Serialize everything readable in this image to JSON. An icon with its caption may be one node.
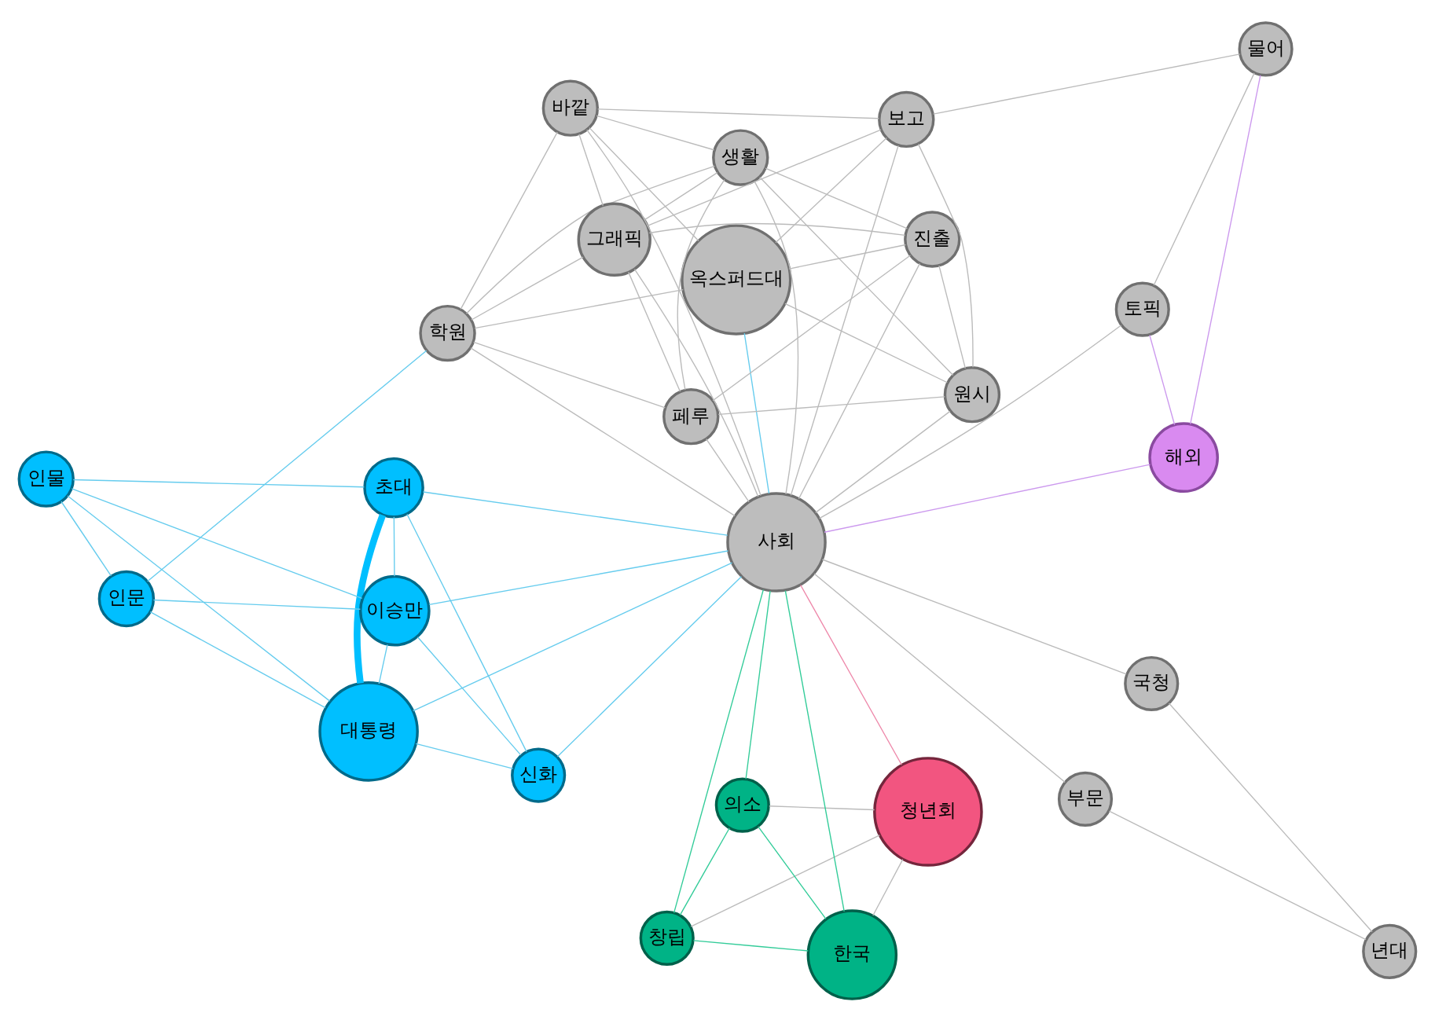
{
  "diagram": {
    "nodes": [
      {
        "text": [
          "대통령"
        ]
      },
      {
        "text": [
          "신화"
        ]
      },
      {
        "text": [
          "부문"
        ]
      },
      {
        "text": [
          "초대"
        ]
      },
      {
        "text": [
          "년대"
        ]
      },
      {
        "text": [
          "이승만"
        ]
      },
      {
        "text": [
          "인물"
        ]
      },
      {
        "text": [
          "청년회"
        ]
      },
      {
        "text": [
          "인문"
        ]
      },
      {
        "text": [
          "국청"
        ]
      },
      {
        "text": [
          "학원"
        ]
      },
      {
        "text": [
          "창립"
        ]
      },
      {
        "text": [
          "옥스퍼드대"
        ]
      },
      {
        "text": [
          "사회"
        ]
      },
      {
        "text": [
          "진출"
        ]
      },
      {
        "text": [
          "페루"
        ]
      },
      {
        "text": [
          "원시"
        ]
      },
      {
        "text": [
          "생활"
        ]
      },
      {
        "text": [
          "의소"
        ]
      },
      {
        "text": [
          "보고"
        ]
      },
      {
        "text": [
          "바깥"
        ]
      },
      {
        "text": [
          "한국"
        ]
      },
      {
        "text": [
          "그래픽"
        ]
      },
      {
        "text": [
          "토픽"
        ]
      },
      {
        "text": [
          "물어"
        ]
      },
      {
        "text": [
          "해외"
        ]
      }
    ],
    "edges": [
      {
        "from": 0,
        "to": 1,
        "arrow": "none",
        "color": "#66ccee"
      },
      {
        "from": 0,
        "to": 3,
        "arrow": "none",
        "style": "thick",
        "color": "#00bfff"
      },
      {
        "from": 0,
        "to": 6,
        "arrow": "none",
        "color": "#66ccee"
      },
      {
        "from": 0,
        "to": 8,
        "arrow": "none",
        "color": "#66ccee"
      },
      {
        "from": 0,
        "to": 5,
        "arrow": "none",
        "color": "#66ccee"
      },
      {
        "from": 0,
        "to": 13,
        "arrow": "none",
        "color": "#66ccee"
      },
      {
        "from": 1,
        "to": 3,
        "arrow": "none",
        "color": "#66ccee"
      },
      {
        "from": 1,
        "to": 5,
        "arrow": "none",
        "color": "#66ccee"
      },
      {
        "from": 1,
        "to": 13,
        "arrow": "none",
        "color": "#66ccee"
      },
      {
        "from": 3,
        "to": 5,
        "arrow": "none",
        "color": "#66ccee"
      },
      {
        "from": 3,
        "to": 6,
        "arrow": "none",
        "color": "#66ccee"
      },
      {
        "from": 3,
        "to": 13,
        "arrow": "none",
        "color": "#66ccee"
      },
      {
        "from": 5,
        "to": 6,
        "arrow": "none",
        "color": "#66ccee"
      },
      {
        "from": 5,
        "to": 8,
        "arrow": "none",
        "color": "#66ccee"
      },
      {
        "from": 5,
        "to": 13,
        "arrow": "none",
        "color": "#66ccee"
      },
      {
        "from": 6,
        "to": 8,
        "arrow": "none",
        "color": "#66ccee"
      },
      {
        "from": 8,
        "to": 10,
        "arrow": "none",
        "color": "#66ccee"
      },
      {
        "from": 13,
        "to": 12,
        "arrow": "none",
        "color": "#66ccee"
      },
      {
        "from": 2,
        "to": 4,
        "arrow": "none"
      },
      {
        "from": 2,
        "to": 13,
        "arrow": "none"
      },
      {
        "from": 4,
        "to": 9,
        "arrow": "none"
      },
      {
        "from": 9,
        "to": 13,
        "arrow": "none"
      },
      {
        "from": 7,
        "to": 11,
        "arrow": "none"
      },
      {
        "from": 7,
        "to": 13,
        "arrow": "none",
        "color": "#ee88aa"
      },
      {
        "from": 7,
        "to": 18,
        "arrow": "none"
      },
      {
        "from": 7,
        "to": 21,
        "arrow": "none"
      },
      {
        "from": 11,
        "to": 21,
        "arrow": "none",
        "color": "#33cc99"
      },
      {
        "from": 11,
        "to": 18,
        "arrow": "none",
        "color": "#33cc99"
      },
      {
        "from": 11,
        "to": 13,
        "arrow": "none",
        "color": "#33cc99"
      },
      {
        "from": 18,
        "to": 21,
        "arrow": "none",
        "color": "#33cc99"
      },
      {
        "from": 18,
        "to": 13,
        "arrow": "none",
        "color": "#33cc99"
      },
      {
        "from": 21,
        "to": 13,
        "arrow": "none",
        "color": "#33cc99"
      },
      {
        "from": 13,
        "to": 25,
        "arrow": "none",
        "color": "#cc99ee"
      },
      {
        "from": 23,
        "to": 25,
        "arrow": "none",
        "color": "#cc99ee"
      },
      {
        "from": 25,
        "to": 24,
        "arrow": "none",
        "color": "#cc99ee"
      },
      {
        "from": 13,
        "to": 23,
        "arrow": "none"
      },
      {
        "from": 19,
        "to": 24,
        "arrow": "none"
      },
      {
        "from": 23,
        "to": 24,
        "arrow": "none"
      },
      {
        "from": 13,
        "to": 10,
        "arrow": "none"
      },
      {
        "from": 13,
        "to": 14,
        "arrow": "none"
      },
      {
        "from": 13,
        "to": 15,
        "arrow": "none"
      },
      {
        "from": 13,
        "to": 16,
        "arrow": "none"
      },
      {
        "from": 13,
        "to": 17,
        "arrow": "none"
      },
      {
        "from": 13,
        "to": 19,
        "arrow": "none"
      },
      {
        "from": 13,
        "to": 20,
        "arrow": "none"
      },
      {
        "from": 13,
        "to": 22,
        "arrow": "none"
      },
      {
        "from": 10,
        "to": 12,
        "arrow": "none"
      },
      {
        "from": 10,
        "to": 15,
        "arrow": "none"
      },
      {
        "from": 10,
        "to": 20,
        "arrow": "none"
      },
      {
        "from": 10,
        "to": 17,
        "arrow": "none"
      },
      {
        "from": 10,
        "to": 22,
        "arrow": "none"
      },
      {
        "from": 12,
        "to": 16,
        "arrow": "none"
      },
      {
        "from": 12,
        "to": 19,
        "arrow": "none"
      },
      {
        "from": 12,
        "to": 20,
        "arrow": "none"
      },
      {
        "from": 12,
        "to": 14,
        "arrow": "none"
      },
      {
        "from": 15,
        "to": 14,
        "arrow": "none"
      },
      {
        "from": 15,
        "to": 16,
        "arrow": "none"
      },
      {
        "from": 15,
        "to": 17,
        "arrow": "none"
      },
      {
        "from": 15,
        "to": 22,
        "arrow": "none"
      },
      {
        "from": 16,
        "to": 19,
        "arrow": "none"
      },
      {
        "from": 16,
        "to": 17,
        "arrow": "none"
      },
      {
        "from": 16,
        "to": 14,
        "arrow": "none"
      },
      {
        "from": 19,
        "to": 20,
        "arrow": "none"
      },
      {
        "from": 19,
        "to": 22,
        "arrow": "none"
      },
      {
        "from": 20,
        "to": 17,
        "arrow": "none"
      },
      {
        "from": 20,
        "to": 22,
        "arrow": "none"
      },
      {
        "from": 14,
        "to": 22,
        "arrow": "none"
      },
      {
        "from": 17,
        "to": 22,
        "arrow": "none"
      },
      {
        "from": 14,
        "to": 17,
        "arrow": "none"
      }
    ]
  }
}
